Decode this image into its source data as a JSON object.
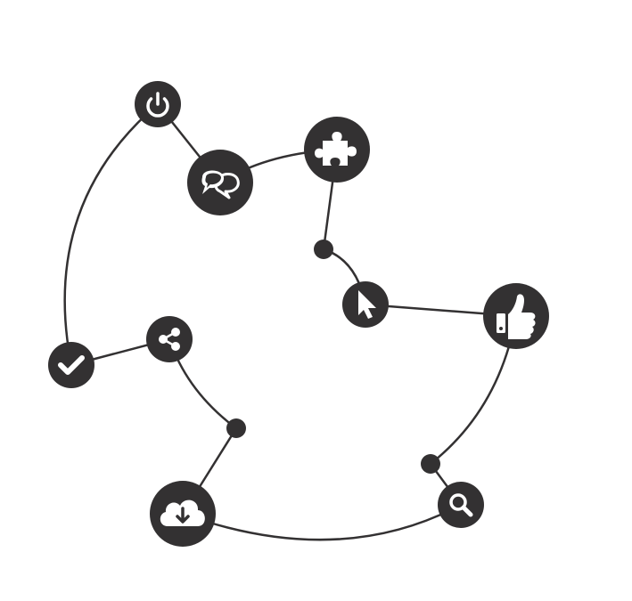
{
  "diagram": {
    "colors": {
      "background": "#ffffff",
      "ink": "#333132",
      "glyph": "#ffffff"
    },
    "nodes": [
      {
        "id": "power",
        "icon": "power-icon"
      },
      {
        "id": "chat",
        "icon": "chat-bubbles-icon"
      },
      {
        "id": "puzzle",
        "icon": "puzzle-piece-icon"
      },
      {
        "id": "cursor",
        "icon": "cursor-arrow-icon"
      },
      {
        "id": "thumbs-up",
        "icon": "thumbs-up-icon"
      },
      {
        "id": "search",
        "icon": "magnifier-icon"
      },
      {
        "id": "cloud-download",
        "icon": "cloud-download-icon"
      },
      {
        "id": "share",
        "icon": "share-icon"
      },
      {
        "id": "check",
        "icon": "checkmark-icon"
      }
    ],
    "junctions": [
      "junction-a",
      "junction-b",
      "junction-c"
    ],
    "connections": [
      [
        "power",
        "chat"
      ],
      [
        "chat",
        "puzzle"
      ],
      [
        "puzzle",
        "junction-a"
      ],
      [
        "junction-a",
        "cursor"
      ],
      [
        "cursor",
        "thumbs-up"
      ],
      [
        "thumbs-up",
        "junction-b"
      ],
      [
        "junction-b",
        "search"
      ],
      [
        "search",
        "cloud-download"
      ],
      [
        "cloud-download",
        "junction-c"
      ],
      [
        "junction-c",
        "share"
      ],
      [
        "share",
        "check"
      ],
      [
        "check",
        "power"
      ]
    ]
  }
}
